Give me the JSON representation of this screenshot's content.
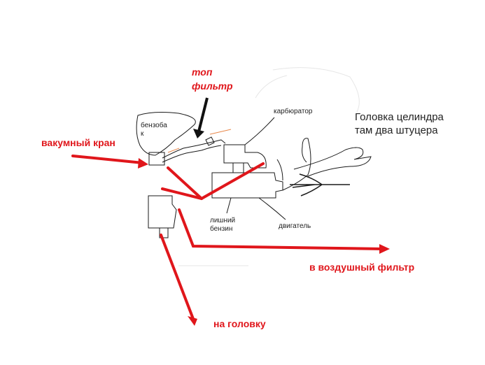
{
  "labels": {
    "top_filter": "топ\nфильтр",
    "tank": "бензоба\nк",
    "carburetor": "карбюратор",
    "cylinder_head": "Головка целиндра\nтам два штуцера",
    "vacuum_valve": "вакумный кран",
    "excess_fuel": "лишний\nбензин",
    "engine": "двигатель",
    "air_filter": "в воздушный фильтр",
    "to_head": "на головку"
  },
  "colors": {
    "red": "#e0161b",
    "ink": "#1a1a1a",
    "accent_orange": "#e8874a"
  }
}
